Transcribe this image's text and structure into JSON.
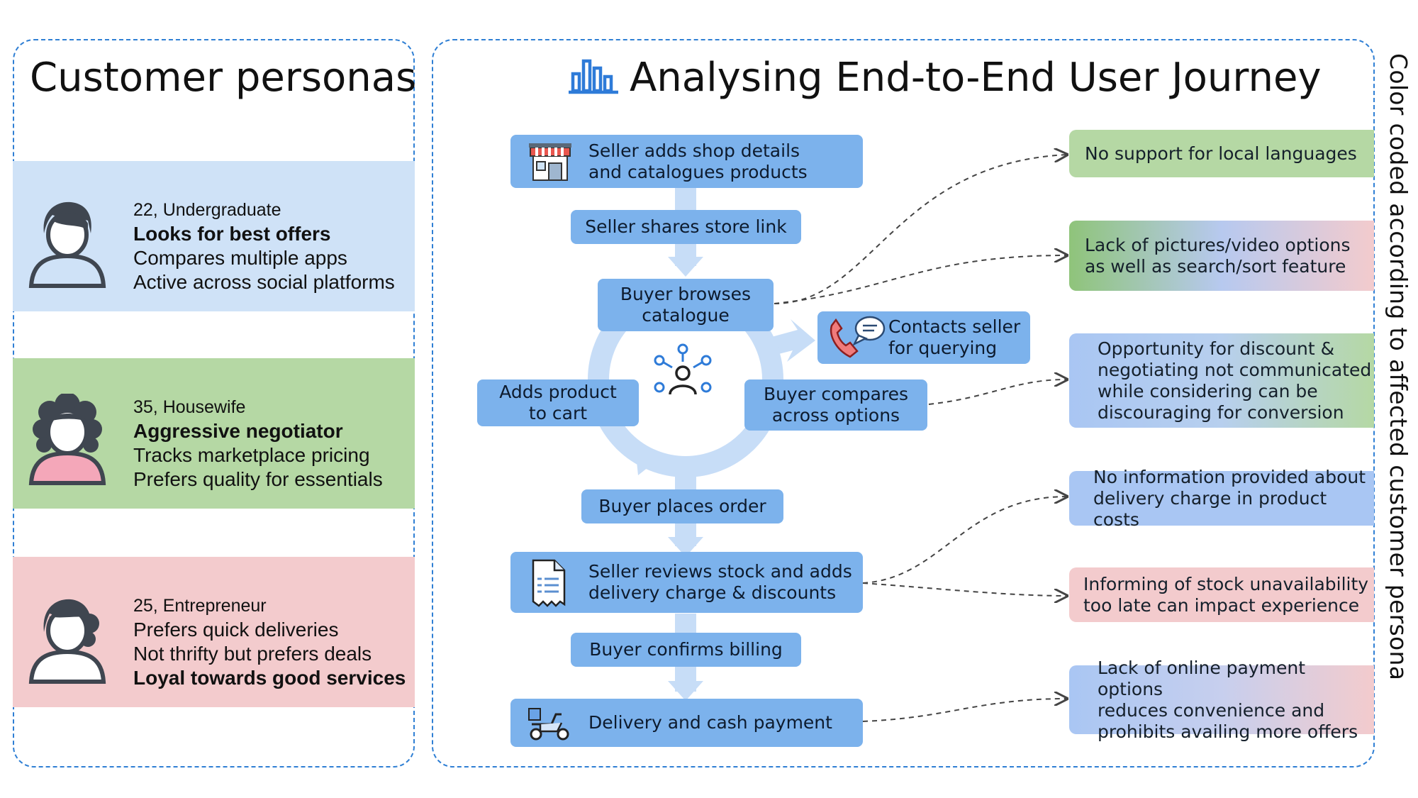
{
  "left_title": "Customer personas",
  "right_title": "Analysing End-to-End User Journey",
  "side_label": "Color coded according to  affected customer  persona",
  "personas": [
    {
      "lines": [
        "22, Undergraduate",
        "Looks for best offers",
        "Compares multiple apps",
        "Active across social platforms"
      ],
      "bold": [
        1
      ],
      "bg": "#cfe2f7",
      "shirt": "#cfe2f7"
    },
    {
      "lines": [
        "35, Housewife",
        "Aggressive negotiator",
        "Tracks marketplace pricing",
        "Prefers quality for essentials"
      ],
      "bold": [
        1
      ],
      "bg": "#b5d8a4",
      "shirt": "#f4a7b9"
    },
    {
      "lines": [
        "25, Entrepreneur",
        "Prefers quick deliveries",
        "Not thrifty but prefers deals",
        "Loyal towards good services"
      ],
      "bold": [
        3
      ],
      "bg": "#f3cbcd",
      "shirt": "#ffffff"
    }
  ],
  "steps": {
    "shop": "Seller adds shop details\nand catalogues products",
    "share": "Seller shares store link",
    "browse": "Buyer browses\ncatalogue",
    "contact": "Contacts seller\nfor querying",
    "cart": "Adds product\nto cart",
    "compare": "Buyer compares\nacross options",
    "order": "Buyer places order",
    "review": "Seller reviews stock and adds\ndelivery charge & discounts",
    "billing": "Buyer confirms billing",
    "delivery": "Delivery and cash payment"
  },
  "pain_points": [
    {
      "text": "No support for local languages",
      "colors": [
        "#b5d8a4",
        "#b5d8a4"
      ]
    },
    {
      "text": "Lack of pictures/video options\nas well as search/sort feature",
      "colors": [
        "#8fc47a",
        "#b7c9ef",
        "#f3cbcd"
      ]
    },
    {
      "text": "Opportunity for discount &\nnegotiating not communicated\nwhile considering can be\ndiscouraging for conversion",
      "colors": [
        "#a9c6f3",
        "#b7cfee",
        "#b5d8a4"
      ]
    },
    {
      "text": "No information provided about\ndelivery charge in product costs",
      "colors": [
        "#a9c6f3",
        "#a9c6f3"
      ]
    },
    {
      "text": "Informing of stock unavailability\ntoo late can impact experience",
      "colors": [
        "#f3cbcd",
        "#f3cbcd"
      ]
    },
    {
      "text": "Lack of online payment options\nreduces convenience and\nprohibits availing more offers",
      "colors": [
        "#a9c6f3",
        "#c7cfee",
        "#f3cbcd"
      ]
    }
  ],
  "icons": {
    "title": "bar-chart-icon",
    "shop": "storefront-icon",
    "contact": "phone-chat-icon",
    "hub": "network-person-icon",
    "review": "receipt-icon",
    "delivery": "delivery-scooter-icon",
    "persona": "person-avatar-icon"
  }
}
